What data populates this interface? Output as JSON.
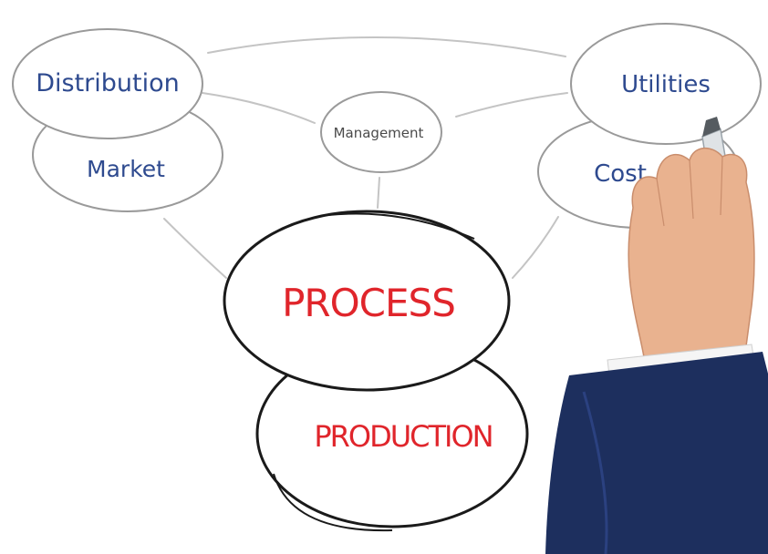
{
  "diagram": {
    "nodes": {
      "distribution": "Distribution",
      "market": "Market",
      "management": "Management",
      "utilities": "Utilities",
      "cost": "Cost",
      "process": "PROCESS",
      "production": "PRODUCTION"
    },
    "colors": {
      "outer_label": "#2e4a8f",
      "core_label": "#e0252b",
      "outer_stroke": "#9a9a9a",
      "core_stroke": "#1a1a1a",
      "connector": "#c4c4c4",
      "suit": "#1d2f5e",
      "skin": "#e9b28f"
    }
  }
}
